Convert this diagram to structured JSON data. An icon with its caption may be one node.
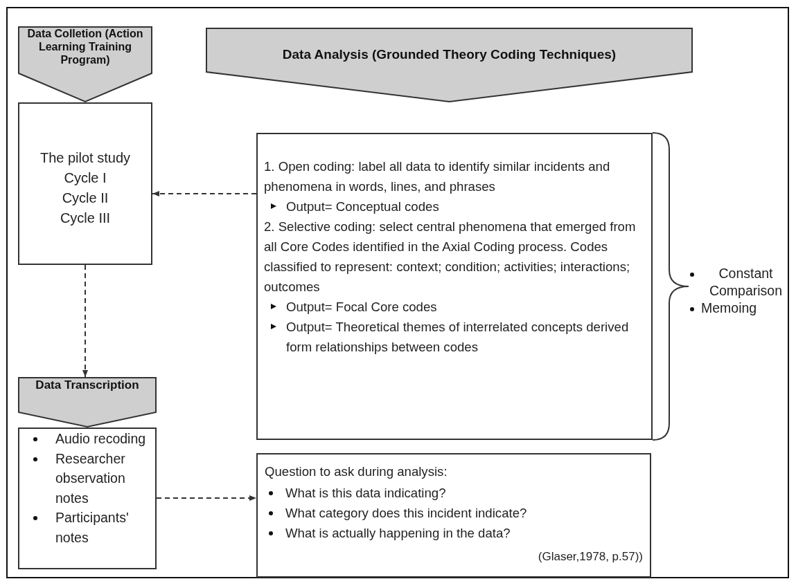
{
  "diagram": {
    "nodes": [
      {
        "text": [
          "Data Colletion (Action Learning Training Program)"
        ]
      },
      {
        "text": [
          "Data Analysis (Grounded Theory Coding Techniques)"
        ]
      },
      {
        "text": [
          "The pilot study",
          "Cycle I",
          "Cycle II",
          "Cycle III"
        ]
      },
      {
        "text": [
          "1. Open coding: label all data to identify similar incidents and phenomena in words, lines, and phrases",
          "Output= Conceptual codes",
          "2. Selective coding: select central phenomena that emerged from all Core Codes identified in the Axial Coding process. Codes classified to represent: context; condition; activities; interactions; outcomes",
          "Output= Focal Core codes",
          "Output= Theoretical themes of interrelated concepts derived form relationships between codes"
        ],
        "beside": [
          "Constant Comparison",
          "Memoing"
        ]
      },
      {
        "text": [
          "Data Transcription"
        ]
      },
      {
        "text": [
          "Audio recoding",
          "Researcher observation notes",
          "Participants' notes"
        ]
      },
      {
        "text": [
          "Question to ask during analysis:",
          "What is this data indicating?",
          "What category does this incident indicate?",
          "What is actually happening in the data?",
          "(Glaser,1978, p.57))"
        ]
      }
    ],
    "edges": [
      {
        "from": 3,
        "to": 2,
        "arrow": "to",
        "style": "dashed"
      },
      {
        "from": 2,
        "to": 4,
        "arrow": "to",
        "style": "dashed"
      },
      {
        "from": 5,
        "to": 6,
        "arrow": "to",
        "style": "dashed"
      }
    ]
  }
}
